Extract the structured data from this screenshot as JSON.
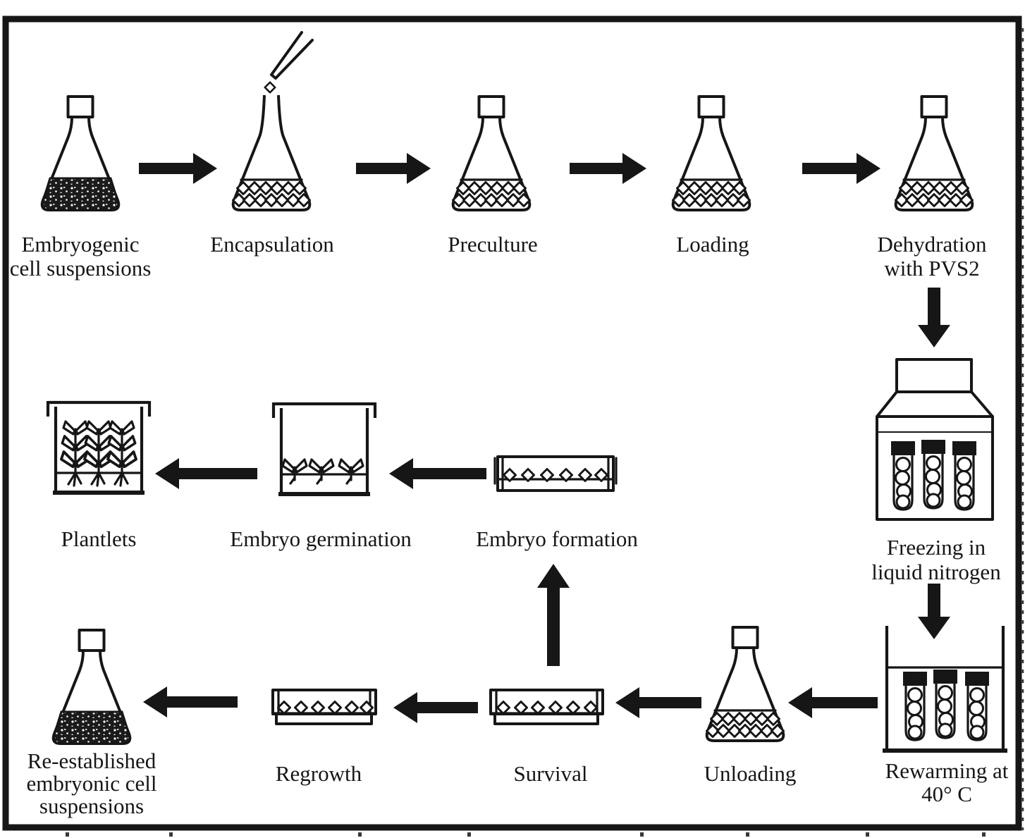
{
  "figure": {
    "type": "process-flow-diagram",
    "subject": "Encapsulation-vitrification cryopreservation procedure for embryogenic cell suspensions",
    "colors": {
      "ink": "#161616",
      "background": "#ffffff"
    },
    "steps": {
      "embryogenic": {
        "lines": [
          "Embryogenic",
          "cell suspensions"
        ],
        "icon": "erlenmeyer-flask-dark-suspension"
      },
      "encapsulation": {
        "lines": [
          "Encapsulation"
        ],
        "icon": "erlenmeyer-flask-open-with-pipette-and-beads"
      },
      "preculture": {
        "lines": [
          "Preculture"
        ],
        "icon": "erlenmeyer-flask-with-beads"
      },
      "loading": {
        "lines": [
          "Loading"
        ],
        "icon": "erlenmeyer-flask-with-beads"
      },
      "dehydration": {
        "lines": [
          "Dehydration",
          "with PVS2"
        ],
        "icon": "erlenmeyer-flask-with-beads"
      },
      "freezing": {
        "lines": [
          "Freezing in",
          "liquid nitrogen"
        ],
        "icon": "cryo-container-with-three-vials"
      },
      "rewarming": {
        "lines": [
          "Rewarming at",
          "40° C"
        ],
        "icon": "water-bath-with-three-vials"
      },
      "unloading": {
        "lines": [
          "Unloading"
        ],
        "icon": "erlenmeyer-flask-with-beads"
      },
      "survival": {
        "lines": [
          "Survival"
        ],
        "icon": "shallow-dish-with-beads"
      },
      "regrowth": {
        "lines": [
          "Regrowth"
        ],
        "icon": "shallow-dish-with-beads"
      },
      "reestablished": {
        "lines": [
          "Re-established",
          "embryonic cell",
          "suspensions"
        ],
        "icon": "erlenmeyer-flask-dark-suspension"
      },
      "embryo_formation": {
        "lines": [
          "Embryo formation"
        ],
        "icon": "shallow-dish-with-beads"
      },
      "embryo_germination": {
        "lines": [
          "Embryo germination"
        ],
        "icon": "culture-jar-with-seedlings"
      },
      "plantlets": {
        "lines": [
          "Plantlets"
        ],
        "icon": "culture-jar-with-plantlets"
      }
    },
    "flow": [
      {
        "from": "Embryogenic cell suspensions",
        "to": "Encapsulation"
      },
      {
        "from": "Encapsulation",
        "to": "Preculture"
      },
      {
        "from": "Preculture",
        "to": "Loading"
      },
      {
        "from": "Loading",
        "to": "Dehydration with PVS2"
      },
      {
        "from": "Dehydration with PVS2",
        "to": "Freezing in liquid nitrogen"
      },
      {
        "from": "Freezing in liquid nitrogen",
        "to": "Rewarming at 40° C"
      },
      {
        "from": "Rewarming at 40° C",
        "to": "Unloading"
      },
      {
        "from": "Unloading",
        "to": "Survival"
      },
      {
        "from": "Survival",
        "to": "Regrowth"
      },
      {
        "from": "Regrowth",
        "to": "Re-established embryonic cell suspensions"
      },
      {
        "from": "Survival",
        "to": "Embryo formation"
      },
      {
        "from": "Embryo formation",
        "to": "Embryo germination"
      },
      {
        "from": "Embryo germination",
        "to": "Plantlets"
      }
    ]
  }
}
